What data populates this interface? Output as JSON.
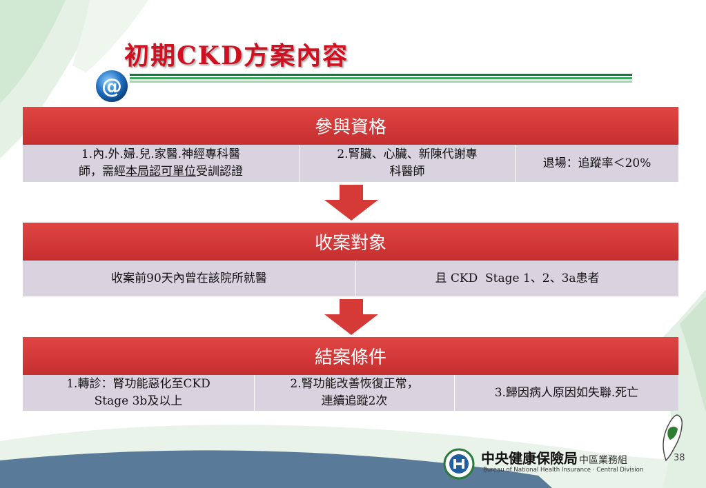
{
  "title": "初期CKD方案內容",
  "sections": [
    {
      "header": "參與資格",
      "cells": [
        {
          "line1": "1.內.外.婦.兒.家醫.神經專科醫",
          "line2_pre": "師，需經",
          "line2_ul": "本局認可單位",
          "line2_post": "受訓認證"
        },
        {
          "line1": "2.腎臟、心臟、新陳代謝專",
          "line2": "科醫師"
        },
        {
          "line1": "退場：追蹤率＜20%"
        }
      ]
    },
    {
      "header": "收案對象",
      "cells": [
        {
          "line1": "收案前90天內曾在該院所就醫"
        },
        {
          "line1": "且 CKD  Stage 1、2、3a患者"
        }
      ]
    },
    {
      "header": "結案條件",
      "cells": [
        {
          "line1": "1.轉診：腎功能惡化至CKD",
          "line2": "Stage 3b及以上"
        },
        {
          "line1": "2.腎功能改善恢復正常，",
          "line2": "連續追蹤2次"
        },
        {
          "line1": "3.歸因病人原因如失聯.死亡"
        }
      ]
    }
  ],
  "footer": {
    "org_name": "中央健康保險局",
    "org_dept": "中區業務組",
    "org_en": "Bureau of National Health Insurance · Central Division",
    "page_number": "38"
  },
  "colors": {
    "title": "#d01020",
    "band": "#d23b3a",
    "cell": "#d8d3df",
    "rule_green": "#0d7a3a",
    "arrow": "#d63a36"
  },
  "icons": [
    "at-sign-icon",
    "down-arrow-icon",
    "nhi-logo-icon",
    "taiwan-map-icon"
  ]
}
